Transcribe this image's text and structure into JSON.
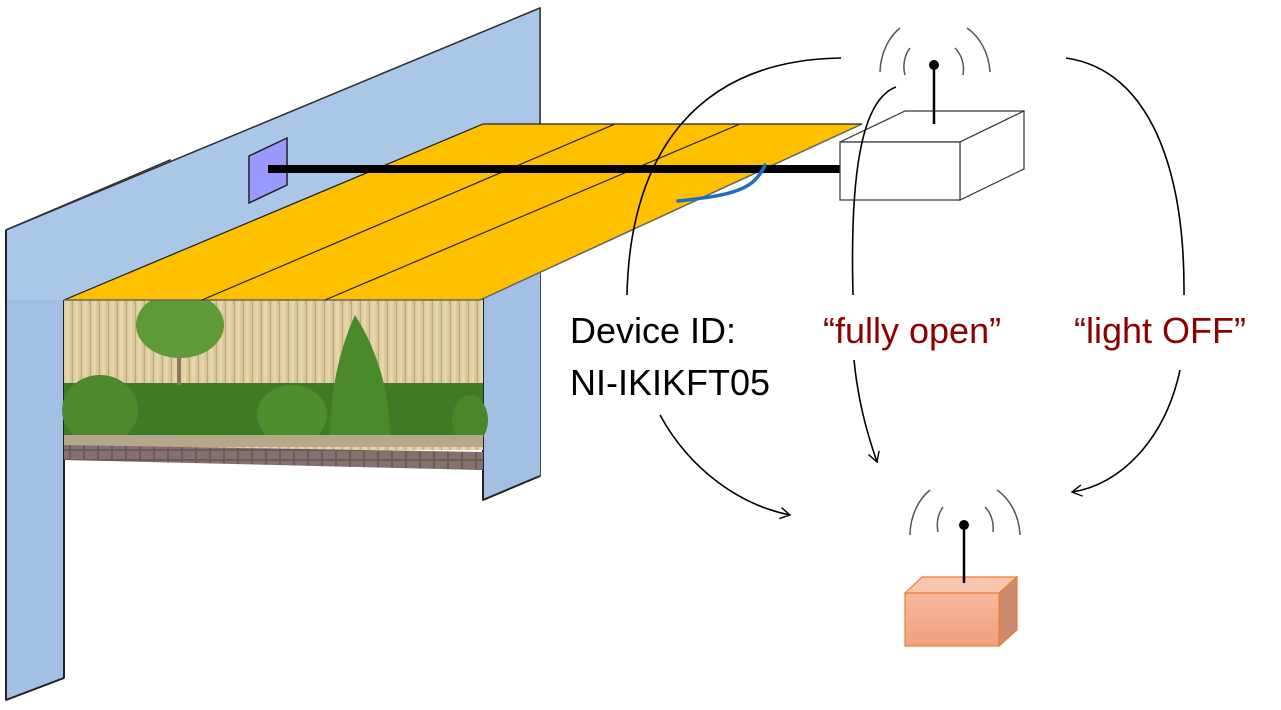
{
  "diagram": {
    "title": "Garage door opener status broadcast",
    "labels": {
      "device_id_caption": "Device ID:",
      "device_id_value": "NI-IKIKFT05",
      "status_message_1": "“fully open”",
      "status_message_2": "“light OFF”"
    },
    "colors": {
      "wall": "#a8c6e6",
      "door_panels": "#ffc000",
      "wall_switch": "#9999ff",
      "opener_box": "#ffffff",
      "receiver_box": "#f4a988",
      "sensor_wire": "#1f6fc0",
      "status_text": "#8b0000",
      "arrows": "#000000"
    },
    "components": [
      {
        "id": "garage-wall",
        "name": "Garage wall"
      },
      {
        "id": "wall-switch",
        "name": "Wall switch"
      },
      {
        "id": "garage-door",
        "name": "Garage door (open, 3 panels)"
      },
      {
        "id": "opener-unit",
        "name": "Door opener unit with antenna"
      },
      {
        "id": "receiver-unit",
        "name": "Receiver unit with antenna"
      },
      {
        "id": "garden-view",
        "name": "Garden view through opening"
      }
    ],
    "messages": [
      {
        "from": "opener-unit",
        "to": "receiver-unit",
        "label_key": "device_id"
      },
      {
        "from": "opener-unit",
        "to": "receiver-unit",
        "label_key": "status_message_1"
      },
      {
        "from": "opener-unit",
        "to": "receiver-unit",
        "label_key": "status_message_2"
      }
    ]
  }
}
